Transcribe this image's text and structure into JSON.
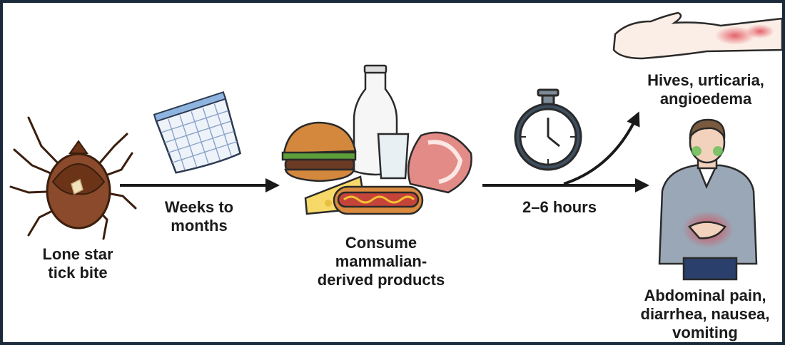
{
  "stages": {
    "tick": {
      "lines": [
        "Lone star",
        "tick bite"
      ]
    },
    "delay_weeks": {
      "lines": [
        "Weeks to",
        "months"
      ]
    },
    "food": {
      "lines": [
        "Consume",
        "mammalian-",
        "derived products"
      ]
    },
    "delay_hours": {
      "lines": [
        "2–6 hours"
      ]
    },
    "skin": {
      "lines": [
        "Hives, urticaria,",
        "angioedema"
      ]
    },
    "gi": {
      "lines": [
        "Abdominal pain,",
        "diarrhea, nausea,",
        "vomiting"
      ]
    }
  },
  "icons": [
    "tick-icon",
    "calendar-icon",
    "food-icon",
    "stopwatch-icon",
    "arm-icon",
    "man-icon"
  ],
  "colors": {
    "frame": "#1b2a3a",
    "arrow": "#1a1a1a",
    "tick_body": "#8b4a2b",
    "rash": "#e0636a",
    "nausea": "#6abf5a"
  }
}
